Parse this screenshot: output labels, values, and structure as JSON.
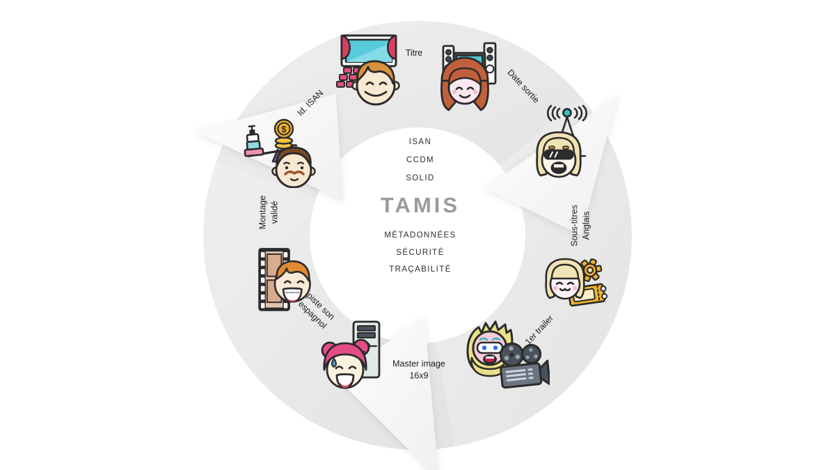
{
  "diagram": {
    "name": "TAMIS workflow cycle",
    "center": {
      "title": "TAMIS",
      "systems": {
        "line1": "ISAN",
        "line2": "CCDM",
        "line3": "SOLID"
      },
      "pillars": {
        "line1": "MÉTADONNÉES",
        "line2": "SÉCURITÉ",
        "line3": "TRAÇABILITÉ"
      }
    },
    "labels": {
      "titre": "Titre",
      "date_sortie": "Date sortie",
      "sous_titres_line1": "Sous-titres",
      "sous_titres_line2": "Anglais",
      "premier_trailer": "1er trailer",
      "master_image_line1": "Master image",
      "master_image_line2": "16x9",
      "piste_son_line1": "piste son",
      "piste_son_line2": "espagnol",
      "montage_line1": "Montage",
      "montage_line2": "validé",
      "id_isan": "Id. ISAN"
    },
    "icons": {
      "dollar_glyph": "$",
      "names": [
        "cinema-theater-man-icon",
        "home-theater-woman-icon",
        "broadcast-antenna-woman-icon",
        "ticket-woman-icon",
        "film-camera-man-icon",
        "computer-tower-woman-icon",
        "film-strip-man-icon",
        "balance-scale-man-icon"
      ]
    },
    "colors": {
      "ring_band": "#e8e8e8",
      "ring_arrowhead": "#f9f9f9",
      "title_gray": "#9b9b9b",
      "text_dark": "#1c1c1c",
      "accent_red": "#d64064",
      "accent_teal": "#57cbdc",
      "accent_pink_hair": "#e64c87",
      "accent_yellow": "#f2b32b",
      "accent_blonde": "#f2e3b4",
      "accent_orange_hair": "#e18a35",
      "accent_auburn_hair": "#c2603b",
      "accent_brown_hair": "#7b4a22",
      "skin_cream": "#f8e9d2"
    }
  }
}
